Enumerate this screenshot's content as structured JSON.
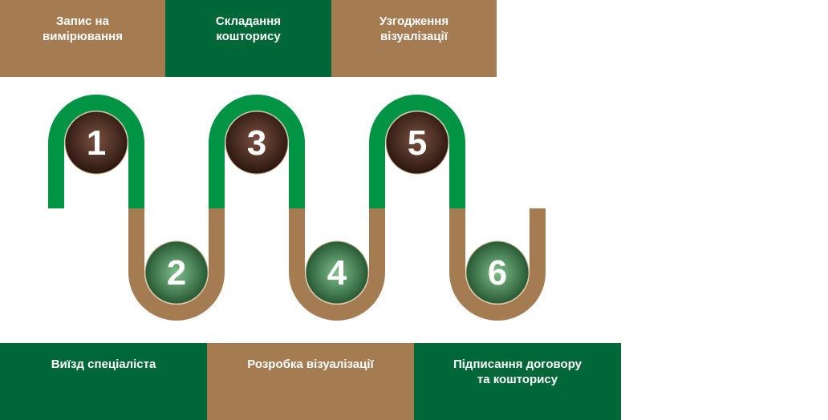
{
  "top_steps": [
    {
      "label": "Запис на\nвимірювання",
      "color": "#a57c52"
    },
    {
      "label": "Складання\nкошторису",
      "color": "#006838"
    },
    {
      "label": "Узгодження\nвізуалізації",
      "color": "#a57c52"
    }
  ],
  "bottom_steps": [
    {
      "label": "Виїзд спеціаліста",
      "color": "#006838"
    },
    {
      "label": "Розробка візуалізації",
      "color": "#a57c52"
    },
    {
      "label": "Підписання договору\nта кошторису",
      "color": "#006838"
    }
  ],
  "numbers": [
    "1",
    "2",
    "3",
    "4",
    "5",
    "6"
  ],
  "colors": {
    "green_path": "#009444",
    "brown_path": "#a57c52",
    "dark_ball": "#3b2219",
    "green_ball": "#2f6b3f"
  }
}
